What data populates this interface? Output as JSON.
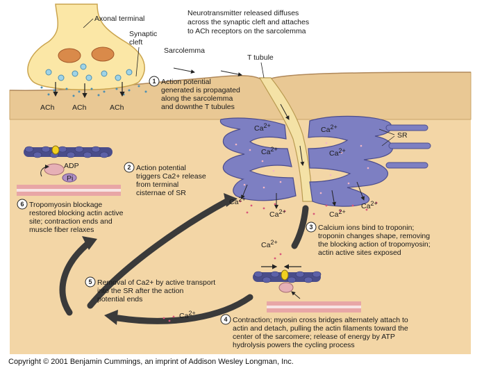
{
  "labels": {
    "axonal_terminal": "Axonal terminal",
    "synaptic_cleft": [
      "Synaptic",
      "cleft"
    ],
    "sarcolemma": "Sarcolemma",
    "t_tubule": "T tubule",
    "ach": "ACh",
    "sr": "SR",
    "ca2": "Ca",
    "ca_sup": "2+",
    "adp": "ADP",
    "pi": "Pi",
    "neurotransmitter": [
      "Neurotransmitter released diffuses",
      "across the synaptic cleft and attaches",
      "to ACh receptors on the sarcolemma"
    ]
  },
  "steps": [
    {
      "num": "1",
      "lines": [
        "Action potential",
        "generated is propagated",
        "along the sarcolemma",
        "and downthe T tubules"
      ]
    },
    {
      "num": "2",
      "lines": [
        "Action potential",
        "triggers Ca2+ release",
        "from terminal",
        "cisternae of SR"
      ]
    },
    {
      "num": "3",
      "lines": [
        "Calcium ions bind to troponin;",
        "troponin changes shape, removing",
        "the blocking action of tropomyosin;",
        "actin active sites exposed"
      ]
    },
    {
      "num": "4",
      "lines": [
        "Contraction; myosin cross bridges alternately attach to",
        "actin and detach, pulling the actin filaments toward the",
        "center of the sarcomere; release of energy by ATP",
        "hydrolysis powers the cycling process"
      ]
    },
    {
      "num": "5",
      "lines": [
        "Removal of Ca2+ by active transport",
        "into the SR after the action",
        "potential ends"
      ]
    },
    {
      "num": "6",
      "lines": [
        "Tropomyosin blockage",
        "restored blocking actin active",
        "site; contraction ends and",
        "muscle fiber relaxes"
      ]
    }
  ],
  "copyright": "Copyright © 2001 Benjamin Cummings, an imprint of Addison Wesley Longman, Inc.",
  "colors": {
    "cytoplasm": "#f3d6a6",
    "nerve": "#fbe7a6",
    "sr": "#7d7fc2",
    "t_tubule": "#f4e2a6",
    "arrow": "#3a3a3a"
  }
}
